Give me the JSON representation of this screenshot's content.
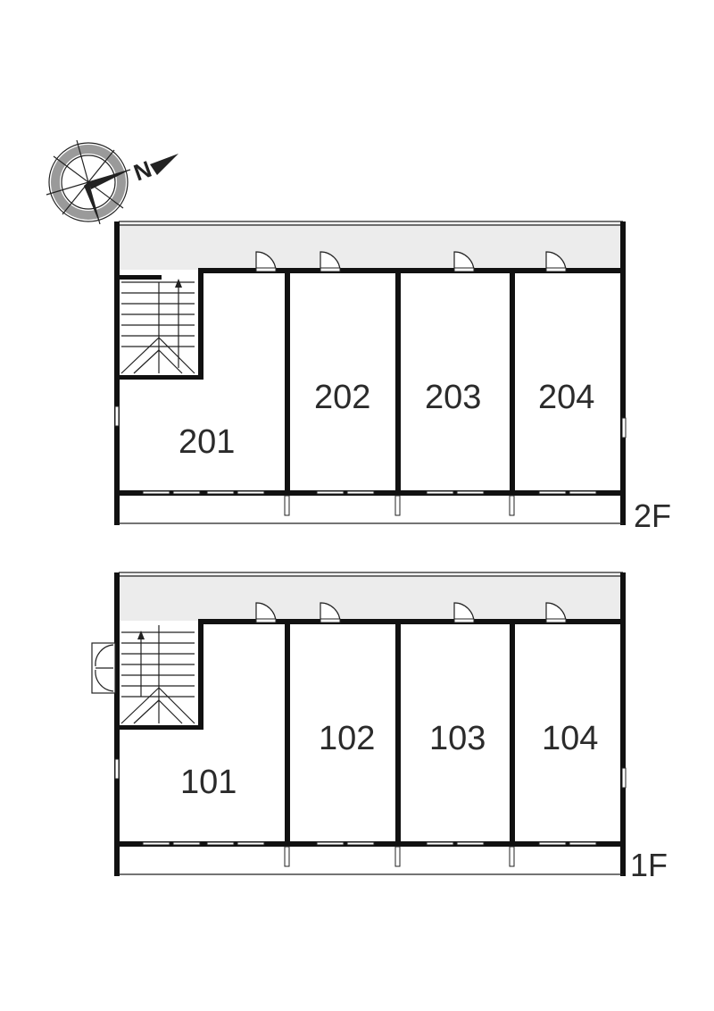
{
  "compass": {
    "label": "N",
    "icon": "north-compass-icon"
  },
  "floors": [
    {
      "id": "2F",
      "label": "2F",
      "rooms": [
        "201",
        "202",
        "203",
        "204"
      ]
    },
    {
      "id": "1F",
      "label": "1F",
      "rooms": [
        "101",
        "102",
        "103",
        "104"
      ]
    }
  ]
}
